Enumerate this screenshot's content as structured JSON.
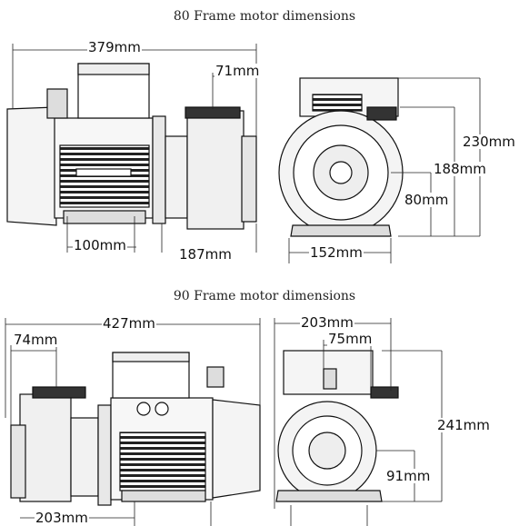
{
  "frame80": {
    "title": "80 Frame motor dimensions",
    "dims": {
      "overall_length": "379mm",
      "side_wet_end": "71mm",
      "foot_spacing": "100mm",
      "center_to_end": "187mm",
      "overall_height": "230mm",
      "mid_height": "188mm",
      "shaft_height": "80mm",
      "base_width": "152mm"
    }
  },
  "frame90": {
    "title": "90 Frame motor dimensions",
    "dims": {
      "overall_length": "427mm",
      "side_wet_end": "74mm",
      "end_to_foot": "203mm",
      "front_width": "203mm",
      "port_offset": "75mm",
      "overall_height": "241mm",
      "shaft_height": "91mm"
    }
  }
}
